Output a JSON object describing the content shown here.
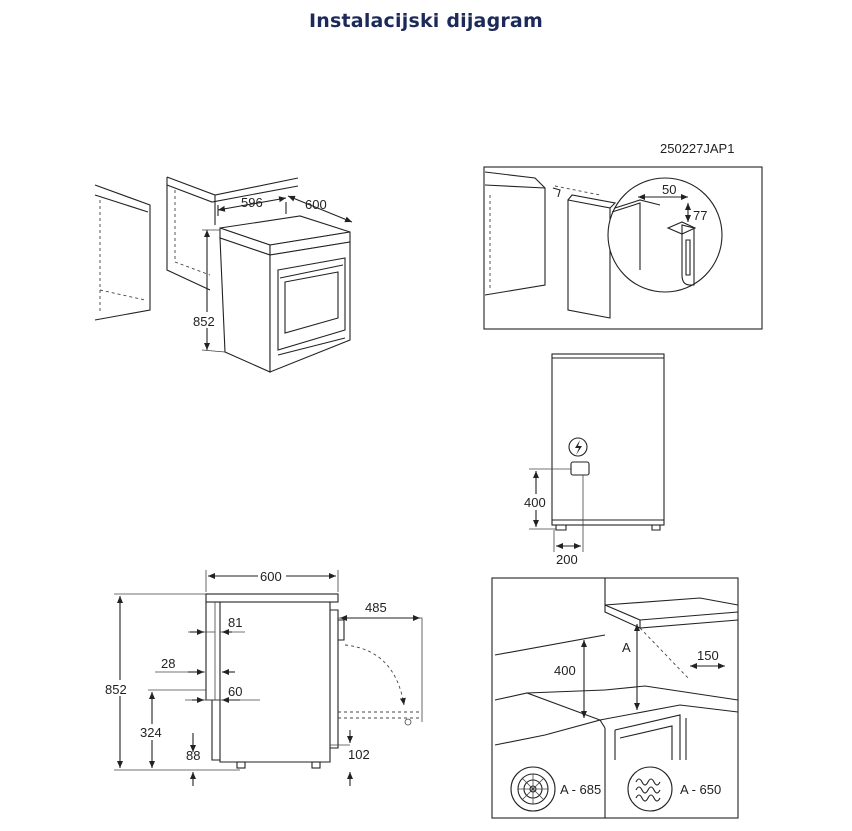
{
  "title": "Instalacijski dijagram",
  "diagram_code": "250227JAP1",
  "iso_view": {
    "width_top": "596",
    "width_depth": "600",
    "height": "852"
  },
  "bracket_view": {
    "dim_50": "50",
    "dim_77": "77"
  },
  "front_view": {
    "socket_height": "400",
    "socket_offset": "200"
  },
  "side_view": {
    "width": "600",
    "door_open": "485",
    "dim_81": "81",
    "dim_28": "28",
    "dim_60": "60",
    "height": "852",
    "dim_324": "324",
    "dim_88": "88",
    "dim_102": "102"
  },
  "hood_view": {
    "dim_400": "400",
    "dim_A": "A",
    "dim_150": "150",
    "gas_label": "A - 685",
    "electric_label": "A - 650"
  }
}
